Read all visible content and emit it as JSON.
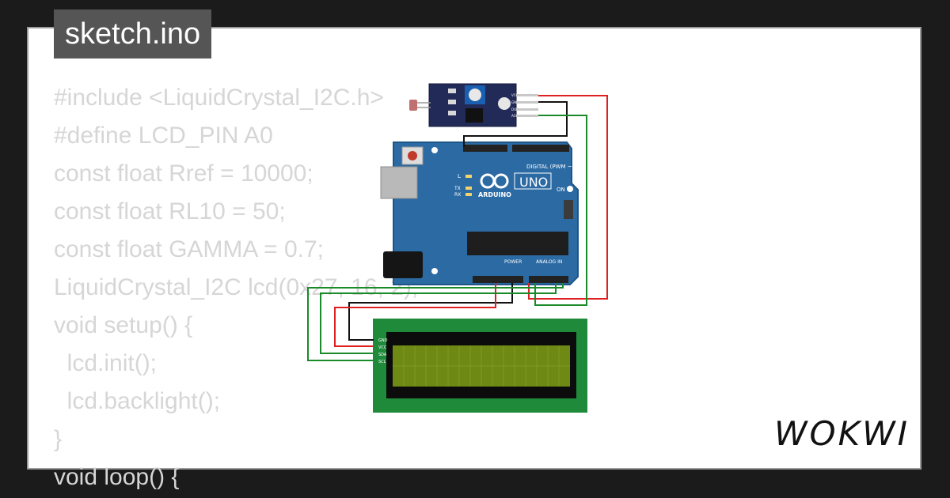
{
  "header": {
    "title": "sketch.ino"
  },
  "code": {
    "lines": [
      "#include <LiquidCrystal_I2C.h>",
      "#define LCD_PIN A0",
      "const float Rref = 10000;",
      "const float RL10 = 50;",
      "const float GAMMA = 0.7;",
      "LiquidCrystal_I2C lcd(0x27, 16, 2);",
      "void setup() {",
      "  lcd.init();",
      "  lcd.backlight();",
      "}",
      "void loop() {"
    ]
  },
  "board": {
    "brand": "ARDUINO",
    "model": "UNO",
    "digital_label": "DIGITAL (PWM ~)",
    "power_label": "POWER",
    "analog_label": "ANALOG IN",
    "on_label": "ON",
    "l_label": "L",
    "tx_label": "TX",
    "rx_label": "RX"
  },
  "sensor": {
    "pins": [
      "VCC",
      "GND",
      "DO",
      "AO"
    ]
  },
  "lcd": {
    "pins": [
      "GND",
      "VCC",
      "SDA",
      "SCL"
    ]
  },
  "brand": {
    "logo": "WOKWI"
  },
  "colors": {
    "page_bg": "#1b1b1b",
    "card_bg": "#ffffff",
    "title_bg": "#555555",
    "code_text": "#d6d6d6",
    "board": "#2b6aa3",
    "lcd_frame": "#1f8a3a",
    "lcd_screen": "#6e8a14",
    "wire_red": "#e02020",
    "wire_green": "#1a8a2a",
    "wire_black": "#111111"
  }
}
